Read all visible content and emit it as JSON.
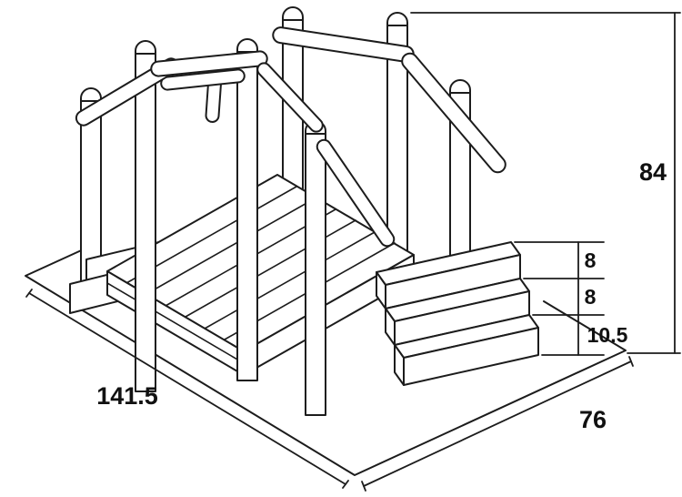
{
  "diagram": {
    "type": "technical-line-drawing",
    "subject": "wooden footbridge with dome-top railing posts, diagonal handrails and three steps",
    "colors": {
      "line": "#1c1c1c",
      "background": "#ffffff"
    },
    "labels": {
      "length": "141.5",
      "depth": "76",
      "height": "84",
      "rise_top": "8",
      "rise_mid": "8",
      "rise_bottom": "10.5"
    }
  }
}
